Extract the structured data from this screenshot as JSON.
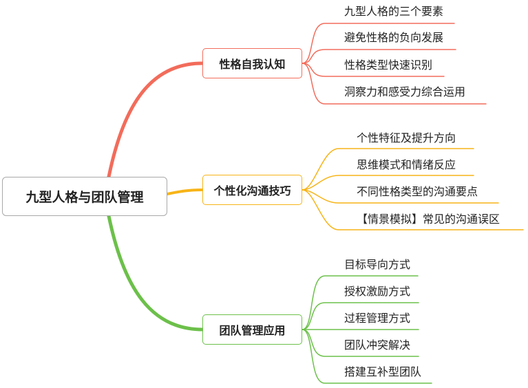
{
  "root": {
    "label": "九型人格与团队管理"
  },
  "branches": [
    {
      "label": "性格自我认知",
      "color": "#f26c5b",
      "children": [
        "九型人格的三个要素",
        "避免性格的负向发展",
        "性格类型快速识别",
        "洞察力和感受力综合运用"
      ]
    },
    {
      "label": "个性化沟通技巧",
      "color": "#f7b417",
      "children": [
        "个性特征及提升方向",
        "思维模式和情绪反应",
        "不同性格类型的沟通要点",
        "【情景模拟】常见的沟通误区"
      ]
    },
    {
      "label": "团队管理应用",
      "color": "#6cc04a",
      "children": [
        "目标导向方式",
        "授权激励方式",
        "过程管理方式",
        "团队冲突解决",
        "搭建互补型团队"
      ]
    }
  ]
}
